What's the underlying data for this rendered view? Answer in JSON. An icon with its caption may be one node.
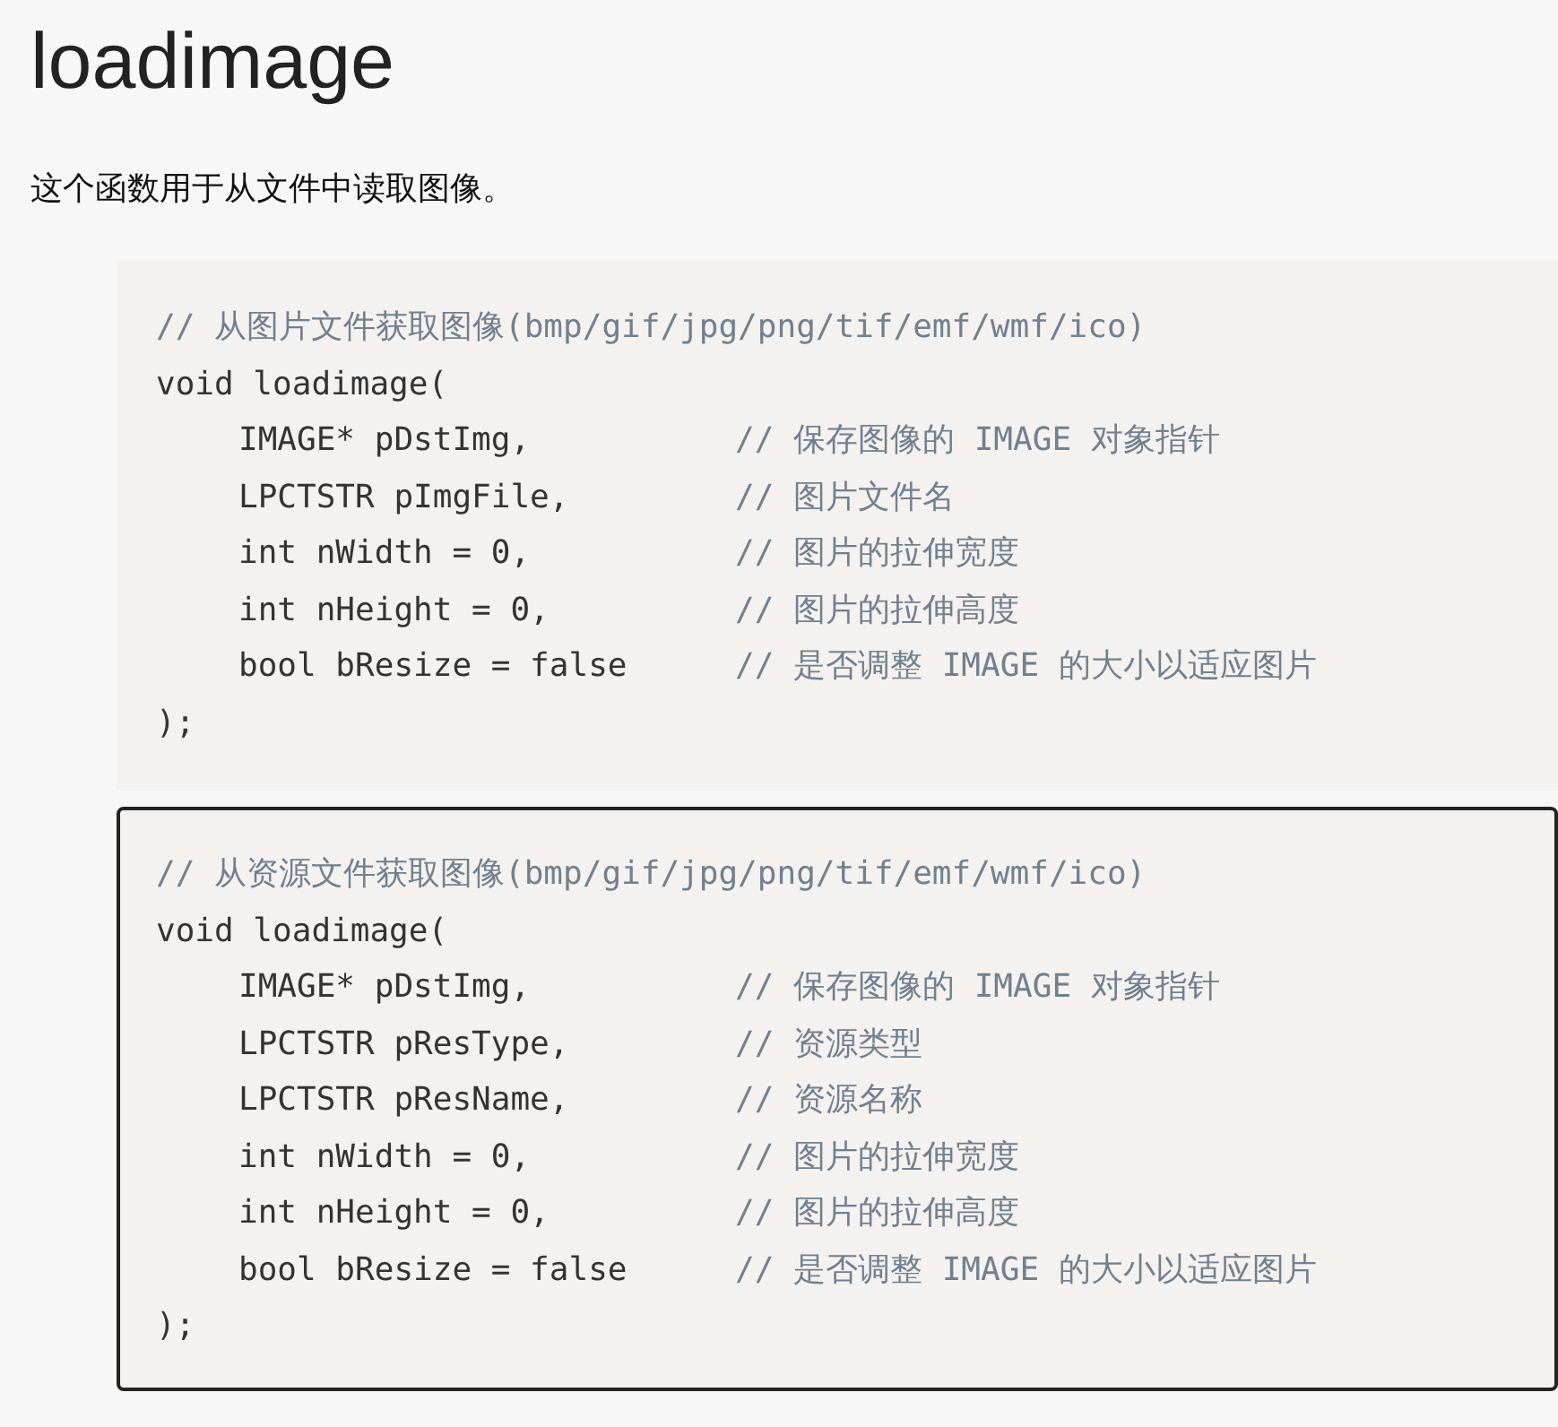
{
  "diagram": {
    "title": "loadimage",
    "nodes": [
      {
        "text": [
          "// 从图片文件获取图像(bmp/gif/jpg/png/tif/emf/wmf/ico)",
          "void loadimage(",
          "IMAGE* pDstImg,",
          "// 保存图像的 IMAGE 对象指针",
          "LPCTSTR pImgFile,",
          "// 图片文件名",
          "int nWidth = 0,",
          "// 图片的拉伸宽度",
          "int nHeight = 0,",
          "// 图片的拉伸高度",
          "bool bResize = false",
          "// 是否调整 IMAGE 的大小以适应图片",
          ");"
        ]
      },
      {
        "text": [
          "// 从资源文件获取图像(bmp/gif/jpg/png/tif/emf/wmf/ico)",
          "void loadimage(",
          "IMAGE* pDstImg,",
          "// 保存图像的 IMAGE 对象指针",
          "LPCTSTR pResType,",
          "// 资源类型",
          "LPCTSTR pResName,",
          "// 资源名称",
          "int nWidth = 0,",
          "// 图片的拉伸宽度",
          "int nHeight = 0,",
          "// 图片的拉伸高度",
          "bool bResize = false",
          "// 是否调整 IMAGE 的大小以适应图片",
          ");"
        ]
      }
    ],
    "labels": [
      "这个函数用于从文件中读取图像。"
    ]
  }
}
